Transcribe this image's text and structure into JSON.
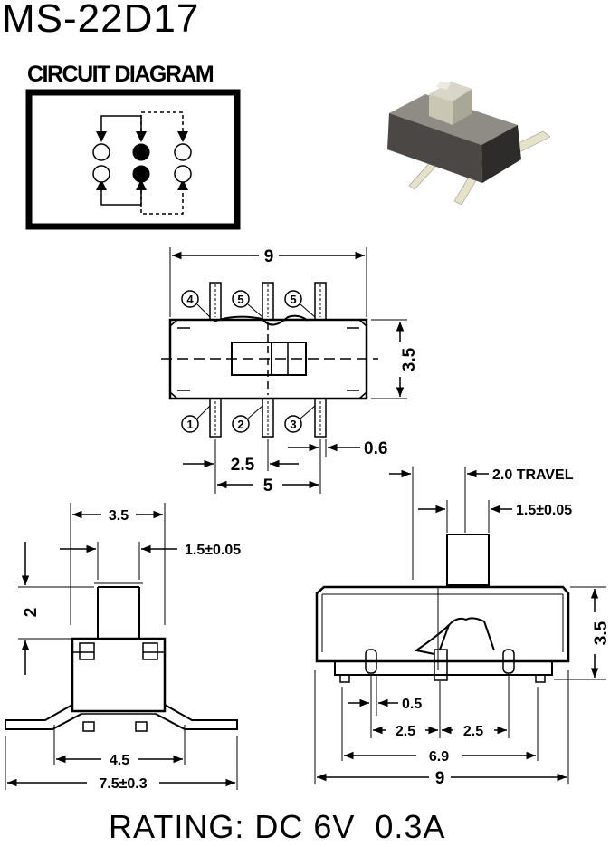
{
  "title": "MS-22D17",
  "circuit_heading": "CIRCUIT DIAGRAM",
  "rating": "RATING: DC 6V  0.3A",
  "top_view": {
    "width_label": "9",
    "height_label": "3.5",
    "pin_labels_top": [
      "4",
      "5",
      "5"
    ],
    "pin_labels_bottom": [
      "1",
      "2",
      "3"
    ],
    "pitch_label": "2.5",
    "span_label": "5",
    "pin_width_label": "0.6"
  },
  "side_view": {
    "width_label": "3.5",
    "actuator_label": "1.5±0.05",
    "height_label": "2",
    "inner_label": "4.5",
    "outer_label": "7.5±0.3"
  },
  "front_view": {
    "travel_label": "2.0 TRAVEL",
    "actuator_label": "1.5±0.05",
    "height_label": "3.5",
    "small_label": "0.5",
    "pitch_left_label": "2.5",
    "pitch_right_label": "2.5",
    "span_label": "6.9",
    "width_label": "9"
  }
}
